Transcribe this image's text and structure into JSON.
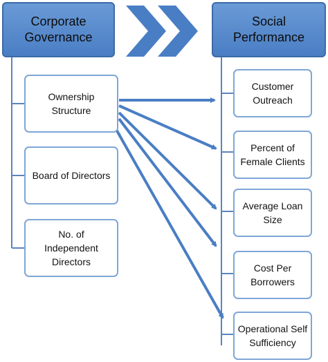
{
  "headers": {
    "left": {
      "line1": "Corporate",
      "line2": "Governance",
      "color": "#4a7ec4"
    },
    "right": {
      "line1": "Social",
      "line2": "Performance",
      "color": "#4a7ec4"
    }
  },
  "governance_items": [
    {
      "line1": "Ownership",
      "line2": "Structure",
      "line3": ""
    },
    {
      "line1": "Board of Directors",
      "line2": "",
      "line3": ""
    },
    {
      "line1": "No. of",
      "line2": "Independent",
      "line3": "Directors"
    }
  ],
  "performance_items": [
    {
      "line1": "Customer",
      "line2": "Outreach"
    },
    {
      "line1": "Percent of",
      "line2": "Female Clients"
    },
    {
      "line1": "Average Loan",
      "line2": "Size"
    },
    {
      "line1": "Cost Per",
      "line2": "Borrowers"
    },
    {
      "line1": "Operational Self",
      "line2": "Sufficiency"
    }
  ],
  "colors": {
    "accent": "#4a7ec4",
    "box_border": "#7ea6d6",
    "connector": "#4a7ec4"
  }
}
